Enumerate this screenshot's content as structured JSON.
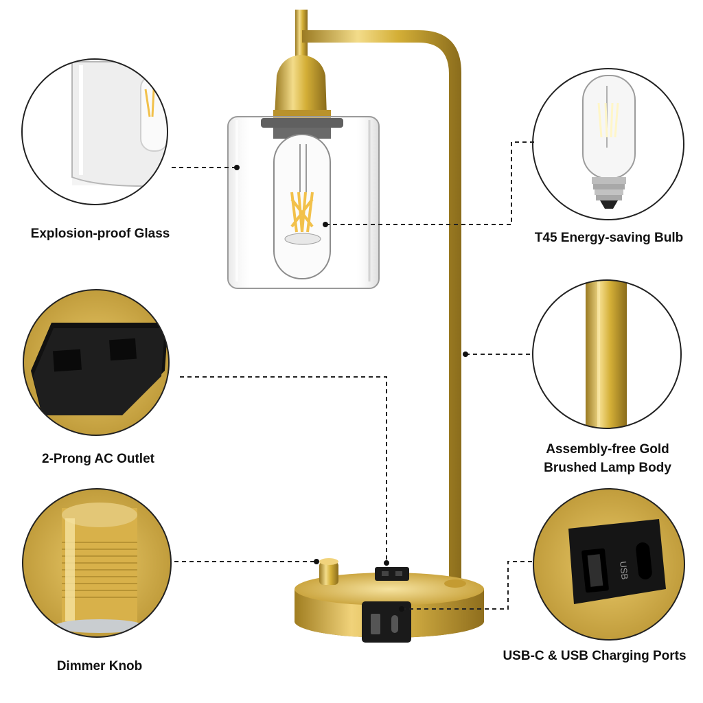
{
  "features": [
    {
      "id": "glass",
      "label": "Explosion-proof Glass"
    },
    {
      "id": "bulb",
      "label": "T45 Energy-saving Bulb"
    },
    {
      "id": "outlet",
      "label": "2-Prong AC Outlet"
    },
    {
      "id": "body",
      "label_line1": "Assembly-free Gold",
      "label_line2": "Brushed Lamp Body"
    },
    {
      "id": "knob",
      "label": "Dimmer Knob"
    },
    {
      "id": "usb",
      "label": "USB-C & USB Charging Ports"
    }
  ],
  "usb_port_marking": "USB",
  "colors": {
    "gold": "#d4af37",
    "gold_light": "#f3dc8a",
    "gold_dark": "#9a7a22",
    "callout_line": "#222222",
    "circle_border": "#222222"
  }
}
